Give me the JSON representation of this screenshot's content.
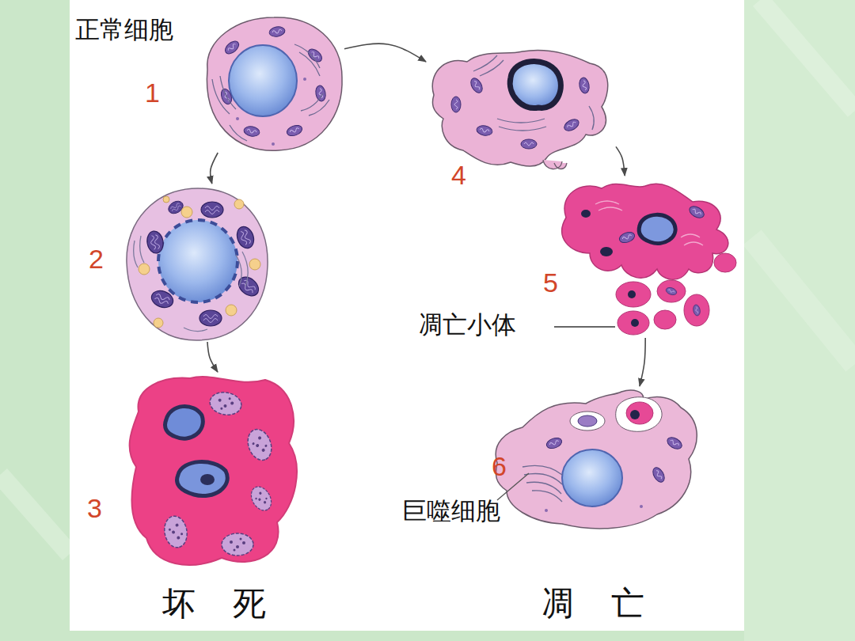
{
  "diagram": {
    "nodes": [
      {
        "text": [
          "正常细胞",
          "1"
        ]
      },
      {
        "text": [
          "2"
        ]
      },
      {
        "text": [
          "3"
        ]
      },
      {
        "text": [
          "4"
        ]
      },
      {
        "text": [
          "5"
        ]
      },
      {
        "text": [
          "6"
        ]
      }
    ],
    "edges": [
      {
        "from": 0,
        "to": 3,
        "arrow": "to"
      },
      {
        "from": 0,
        "to": 1,
        "arrow": "to"
      },
      {
        "from": 1,
        "to": 2,
        "arrow": "to"
      },
      {
        "from": 3,
        "to": 4,
        "arrow": "to"
      },
      {
        "from": 4,
        "to": 5,
        "arrow": "to"
      }
    ],
    "labels": [
      "凋亡小体",
      "巨噬细胞",
      "坏 死",
      "凋 亡"
    ]
  }
}
